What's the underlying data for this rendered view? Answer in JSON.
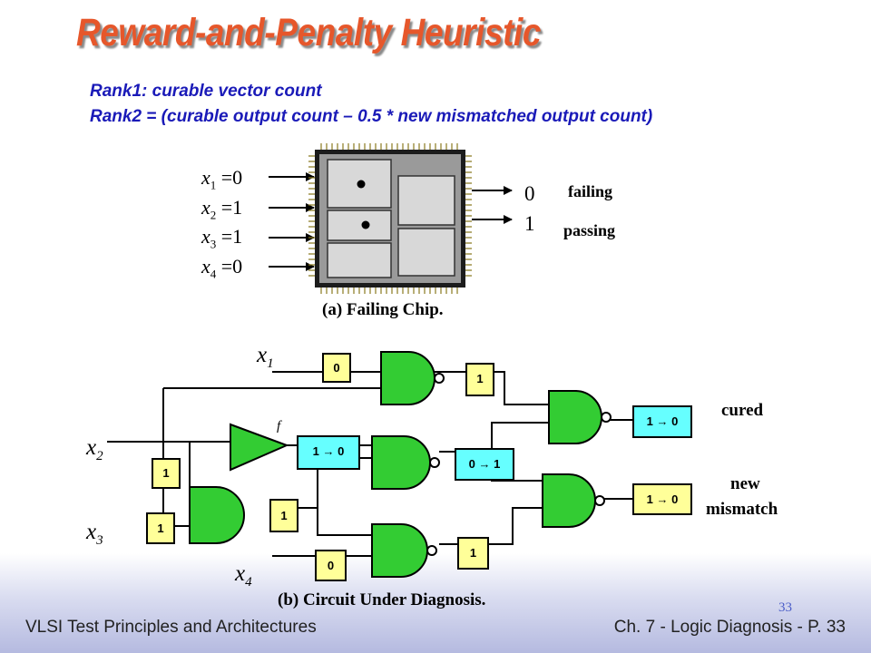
{
  "slide": {
    "title": "Reward-and-Penalty Heuristic",
    "rank1": "Rank1: curable vector count",
    "rank2": "Rank2 = (curable output count – 0.5 * new mismatched output count)"
  },
  "chip_figure": {
    "inputs": [
      {
        "var": "x",
        "sub": "1",
        "value": "=0"
      },
      {
        "var": "x",
        "sub": "2",
        "value": "=1"
      },
      {
        "var": "x",
        "sub": "3",
        "value": "=1"
      },
      {
        "var": "x",
        "sub": "4",
        "value": "=0"
      }
    ],
    "outputs": [
      {
        "value": "0",
        "label": "failing"
      },
      {
        "value": "1",
        "label": "passing"
      }
    ],
    "caption": "(a) Failing Chip."
  },
  "circuit_figure": {
    "input_labels": [
      {
        "var": "x",
        "sub": "1"
      },
      {
        "var": "x",
        "sub": "2"
      },
      {
        "var": "x",
        "sub": "3"
      },
      {
        "var": "x",
        "sub": "4"
      }
    ],
    "fault_label": "f",
    "boxes": {
      "x1_in": "0",
      "x2_in": "1",
      "x3_in": "1",
      "and_out": "1",
      "buf_out": "1 → 0",
      "x4_in": "0",
      "nand1_out": "1",
      "nand2_out": "0 → 1",
      "nand3_out": "1",
      "out_cured": "1 → 0",
      "out_new": "1 → 0"
    },
    "output_labels": {
      "cured": "cured",
      "new": "new",
      "mismatch": "mismatch"
    },
    "caption": "(b) Circuit Under Diagnosis."
  },
  "footer": {
    "left": "VLSI Test Principles and Architectures",
    "right": "Ch. 7 - Logic Diagnosis  - P. 33",
    "slide_number": "33"
  },
  "colors": {
    "title": "#e6572b",
    "rank_text": "#1a1ab8",
    "box_yellow": "#ffff99",
    "box_cyan": "#66ffff",
    "buffer_green": "#33cc33"
  }
}
